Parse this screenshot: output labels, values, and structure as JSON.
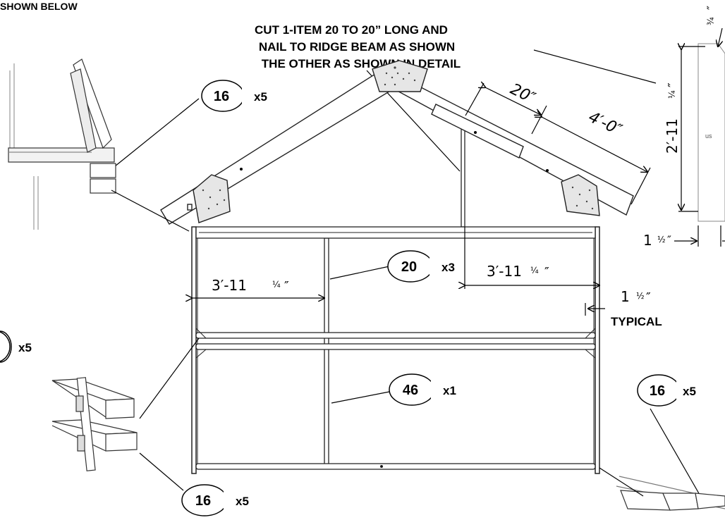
{
  "header": {
    "shown_below": "SHOWN BELOW"
  },
  "instruction": {
    "line1": "CUT 1-ITEM 20 TO 20” LONG AND",
    "line2": "NAIL TO RIDGE BEAM AS SHOWN",
    "line3": "THE OTHER AS SHOWN IN DETAIL"
  },
  "callouts": [
    {
      "item": "16",
      "qty": "x5"
    },
    {
      "item": "20",
      "qty": "x3"
    },
    {
      "item": "46",
      "qty": "x1"
    },
    {
      "item": "16",
      "qty": "x5"
    },
    {
      "item": "16",
      "qty": "x5"
    },
    {
      "item": "",
      "qty": "x5"
    }
  ],
  "dimensions": {
    "rafter_short": "20″",
    "rafter_long": "4′-0″",
    "left_bay": "3′-11",
    "left_bay_frac": "¼",
    "right_bay": "3′-11",
    "right_bay_frac": "¼",
    "height_main": "2′-11",
    "height_frac": "¼",
    "side_thick": "1",
    "side_thick_frac": "½",
    "typical_val": "1",
    "typical_frac": "½",
    "typical_label": "TYPICAL",
    "top_thick_frac": "¾",
    "inch_mark": "″"
  }
}
